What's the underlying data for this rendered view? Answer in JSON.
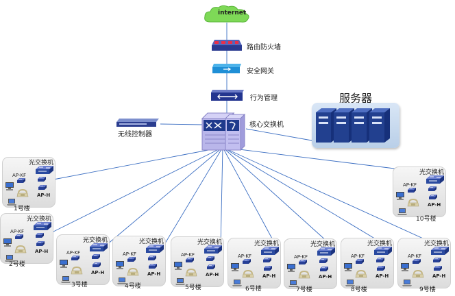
{
  "core_chain": {
    "cloud_label": "internet",
    "router_label": "路由防火墙",
    "gateway_label": "安全网关",
    "behavior_label": "行为管理",
    "core_switch_label": "核心交换机",
    "wireless_controller_label": "无线控制器",
    "servers_label": "服务器"
  },
  "building_labels": {
    "switch": "光交换机",
    "ap_kf": "AP-KF",
    "ap_h": "AP-H"
  },
  "buildings": [
    {
      "name": "1号楼"
    },
    {
      "name": "2号楼"
    },
    {
      "name": "3号楼"
    },
    {
      "name": "4号楼"
    },
    {
      "name": "5号楼"
    },
    {
      "name": "6号楼"
    },
    {
      "name": "7号楼"
    },
    {
      "name": "8号楼"
    },
    {
      "name": "9号楼"
    },
    {
      "name": "10号楼"
    }
  ],
  "colors": {
    "link": "#3b6ec2",
    "cloud": "#7ed957",
    "device_blue": "#2a4aa0",
    "server_blue": "#1f3d8a"
  }
}
